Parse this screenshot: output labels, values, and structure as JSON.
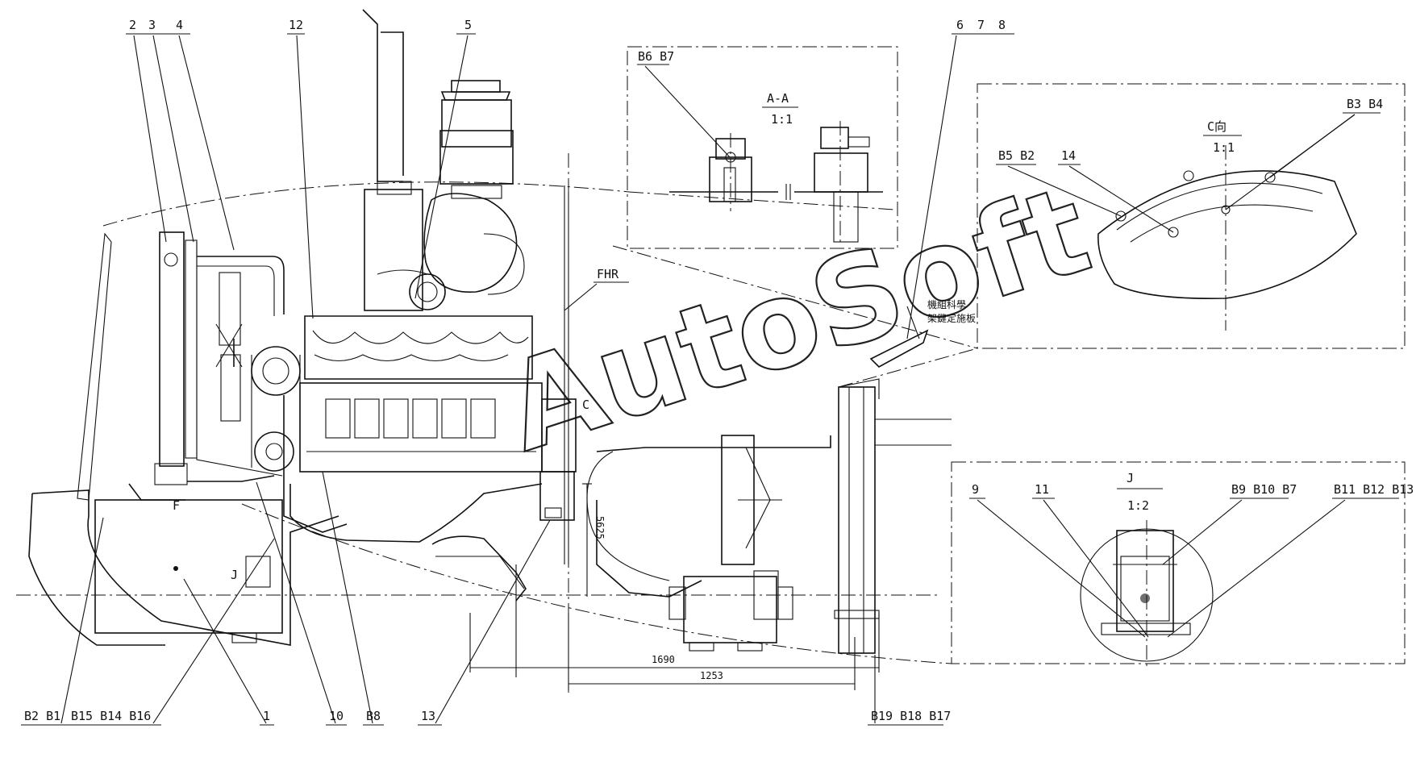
{
  "callouts_top": {
    "c2": "2",
    "c3": "3",
    "c4": "4",
    "c12": "12",
    "c5": "5",
    "c6": "6",
    "c7": "7",
    "c8": "8"
  },
  "callouts_bottom": {
    "b2b1": "B2  B1",
    "b15b14b16": "B15 B14 B16",
    "c1": "1",
    "c10": "10",
    "b8": "B8",
    "c13": "13",
    "b19b18b17": "B19 B18 B17"
  },
  "detail_aa": {
    "refs": "B6  B7",
    "title": "A-A",
    "scale": "1:1"
  },
  "detail_c": {
    "refs_left": "B5  B2",
    "ref_14": "14",
    "title": "C向",
    "scale": "1:1",
    "refs_right": "B3  B4"
  },
  "detail_j": {
    "title": "J",
    "scale": "1:2",
    "ref_9": "9",
    "ref_11": "11",
    "refs_mid": "B9  B10  B7",
    "refs_right": "B11  B12  B13"
  },
  "marks": {
    "fhr": "FHR",
    "c": "C",
    "f": "F",
    "j": "J",
    "note1": "機組科學",
    "note2": "架鍵定施板"
  },
  "dimensions": {
    "d5625": "5625",
    "d1690": "1690",
    "d1253": "1253"
  },
  "watermark": {
    "text": "AutoSoft"
  }
}
